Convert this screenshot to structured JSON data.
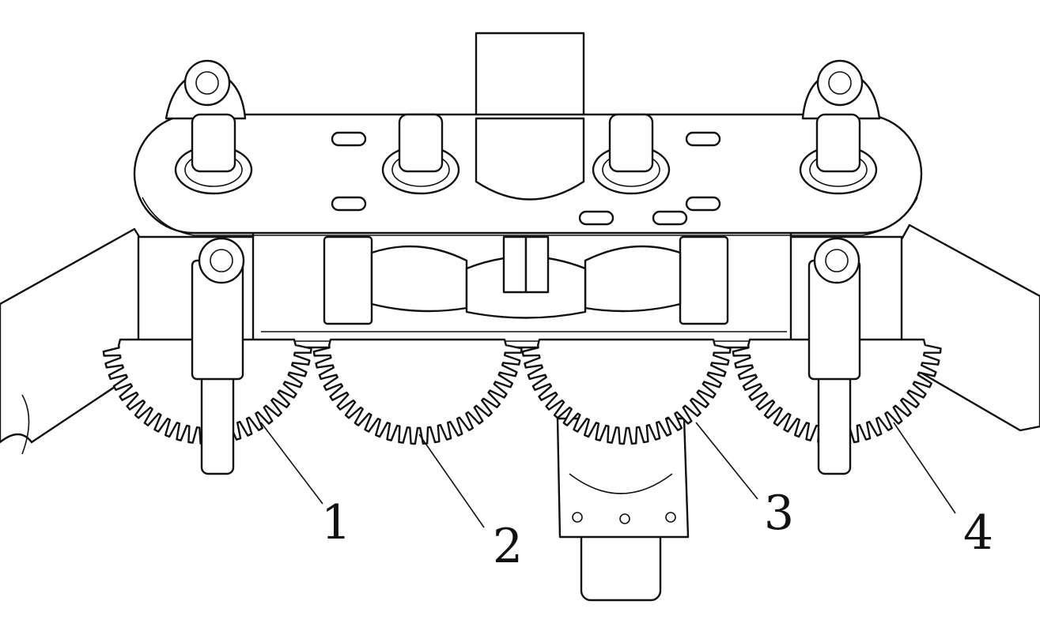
{
  "figure": {
    "stroke_color": "#111111",
    "fill_color": "#ffffff",
    "callouts": [
      {
        "id": "1",
        "label": "1"
      },
      {
        "id": "2",
        "label": "2"
      },
      {
        "id": "3",
        "label": "3"
      },
      {
        "id": "4",
        "label": "4"
      }
    ]
  }
}
